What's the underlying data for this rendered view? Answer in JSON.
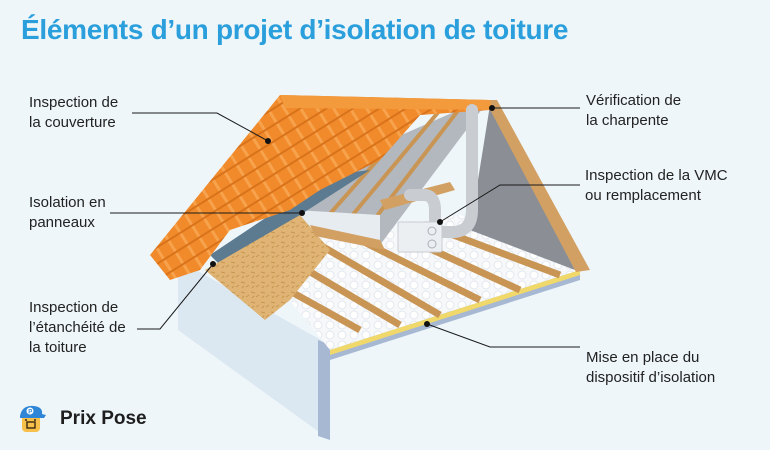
{
  "title": "Éléments d’un projet d’isolation de toiture",
  "labels": {
    "couverture": "Inspection de\nla couverture",
    "panneaux": "Isolation en\npanneaux",
    "etancheite": "Inspection de\nl’étanchéité de\nla toiture",
    "charpente": "Vérification de\nla charpente",
    "vmc": "Inspection de la VMC\nou remplacement",
    "dispositif": "Mise en place du\ndispositif d’isolation"
  },
  "brand": {
    "name": "Prix Pose",
    "logo_icon": "worker-cap-icon"
  },
  "colors": {
    "title": "#2a9fdc",
    "tiles": "#f08a2a",
    "wood": "#d2a062",
    "insulation": "#ffffff",
    "wall": "#dce8f1",
    "background": "#eef6fa"
  }
}
